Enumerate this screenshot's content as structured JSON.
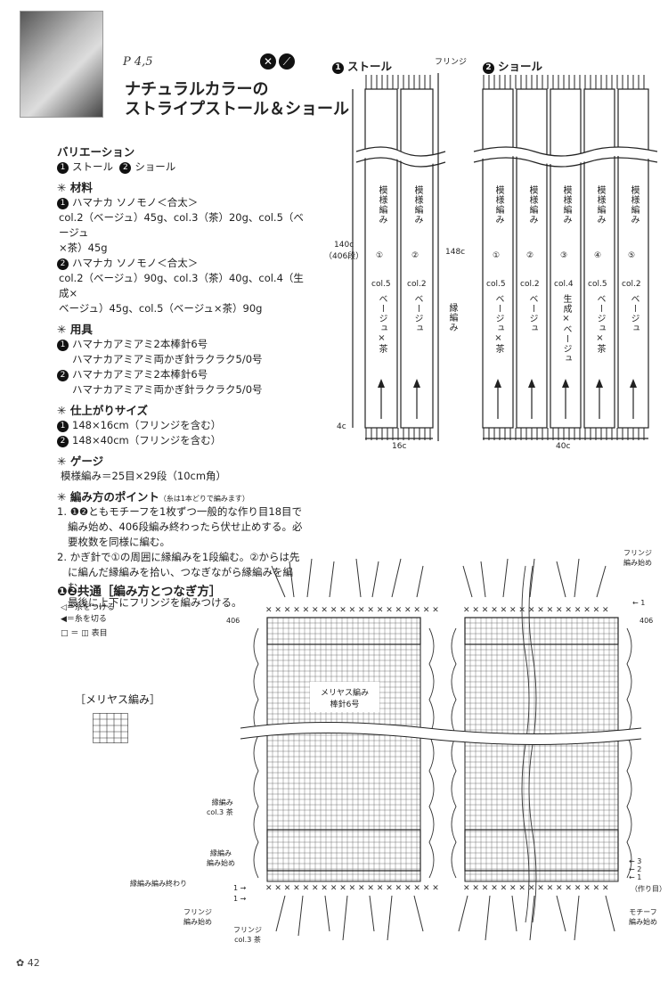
{
  "header": {
    "page_ref": "P 4,5",
    "title_line1": "ナチュラルカラーの",
    "title_line2": "ストライプストール＆ショール",
    "tool_icons": [
      "knit-needles-icon",
      "crochet-hook-icon"
    ]
  },
  "variation": {
    "heading": "バリエーション",
    "items": [
      {
        "num": "1",
        "label": "ストール"
      },
      {
        "num": "2",
        "label": "ショール"
      }
    ]
  },
  "materials": {
    "heading": "材料",
    "lines": [
      "ハマナカ ソノモノ＜合太＞",
      "col.2（ベージュ）45g、col.3（茶）20g、col.5（ベージュ",
      "×茶）45g",
      "ハマナカ ソノモノ＜合太＞",
      "col.2（ベージュ）90g、col.3（茶）40g、col.4（生成×",
      "ベージュ）45g、col.5（ベージュ×茶）90g"
    ]
  },
  "tools": {
    "heading": "用具",
    "lines": [
      "ハマナカアミアミ2本棒針6号",
      "ハマナカアミアミ両かぎ針ラクラク5/0号",
      "ハマナカアミアミ2本棒針6号",
      "ハマナカアミアミ両かぎ針ラクラク5/0号"
    ]
  },
  "size": {
    "heading": "仕上がりサイズ",
    "lines": [
      "148×16cm（フリンジを含む）",
      "148×40cm（フリンジを含む）"
    ]
  },
  "gauge": {
    "heading": "ゲージ",
    "line": "模様編み＝25目×29段（10cm角）"
  },
  "points": {
    "heading": "編み方のポイント",
    "note": "（糸は1本どりで編みます）",
    "lines": [
      "1. ❶❷ともモチーフを1枚ずつ一般的な作り目18目で",
      "編み始め、406段編み終わったら伏せ止めする。必",
      "要枚数を同様に編む。",
      "2. かぎ針で①の周囲に縁編みを1段編む。②からは先",
      "に編んだ縁編みを拾い、つなぎながら縁編みを編む。",
      "最後に上下にフリンジを編みつける。"
    ]
  },
  "common": {
    "heading": "❶❷共通［編み方とつなぎ方］",
    "legend": [
      "＝糸をつける",
      "＝糸を切る",
      "□ ＝ ◫ 表目"
    ],
    "knit_label": "［メリヤス編み］"
  },
  "diagram1": {
    "title": "ストール",
    "fringe": "フリンジ",
    "length": "140c",
    "rows": "（406段）",
    "total": "148c",
    "edge": "4c",
    "width": "16c",
    "strips": [
      {
        "pattern": "模様編み",
        "num": "①",
        "col": "col.5",
        "color": "ベージュ×茶"
      },
      {
        "pattern": "模様編み",
        "num": "②",
        "col": "col.2",
        "color": "ベージュ"
      }
    ],
    "border": "縁編み"
  },
  "diagram2": {
    "title": "ショール",
    "width": "40c",
    "strips": [
      {
        "pattern": "模様編み",
        "num": "①",
        "col": "col.5",
        "color": "ベージュ×茶"
      },
      {
        "pattern": "模様編み",
        "num": "②",
        "col": "col.2",
        "color": "ベージュ"
      },
      {
        "pattern": "模様編み",
        "num": "③",
        "col": "col.4",
        "color": "生成×ベージュ"
      },
      {
        "pattern": "模様編み",
        "num": "④",
        "col": "col.5",
        "color": "ベージュ×茶"
      },
      {
        "pattern": "模様編み",
        "num": "⑤",
        "col": "col.2",
        "color": "ベージュ"
      }
    ]
  },
  "chart": {
    "center_label1": "メリヤス編み",
    "center_label2": "棒針6号",
    "row406": "406",
    "fringe_start": "フリンジ",
    "fringe_start2": "編み始め",
    "border_label": "縁編み",
    "border_col": "col.3 茶",
    "border_start1": "縁編み",
    "border_start2": "編み始め",
    "border_end": "縁編み編み終わり",
    "fringe_left1": "フリンジ",
    "fringe_left2": "編み始め",
    "fringe_bottom1": "フリンジ",
    "fringe_bottom2": "col.3 茶",
    "motif1": "モチーフ",
    "motif2": "編み始め",
    "cast_on": "（作り目）",
    "row_nums": [
      "1",
      "2",
      "3"
    ],
    "arrow_one": "1"
  },
  "page_number": "42"
}
